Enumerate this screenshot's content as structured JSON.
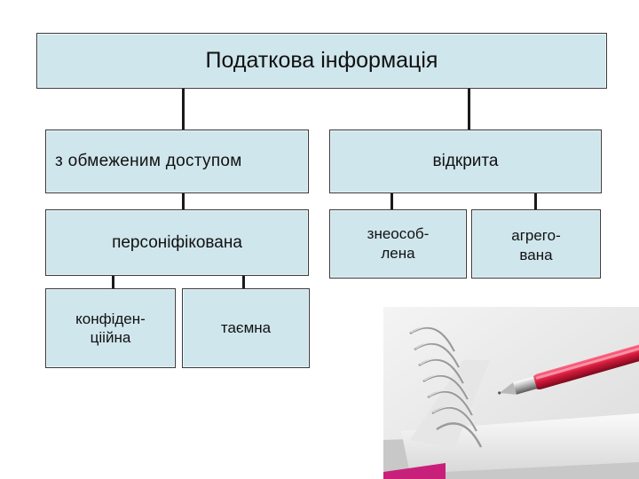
{
  "diagram": {
    "title": "Податкова інформація",
    "restricted": "з обмеженим доступом",
    "open": "відкрита",
    "personified": "персоніфікована",
    "anonymized": "знеособ-\nлена",
    "aggregated": "агрего-\nвана",
    "confidential": "конфіден-\nціійна",
    "secret": "таємна"
  },
  "colors": {
    "box_fill": "#cfe6ec",
    "box_border": "#3a3a3a",
    "connector": "#1a1a1a"
  },
  "illustration": {
    "subject": "spiral notebook with red pen"
  }
}
